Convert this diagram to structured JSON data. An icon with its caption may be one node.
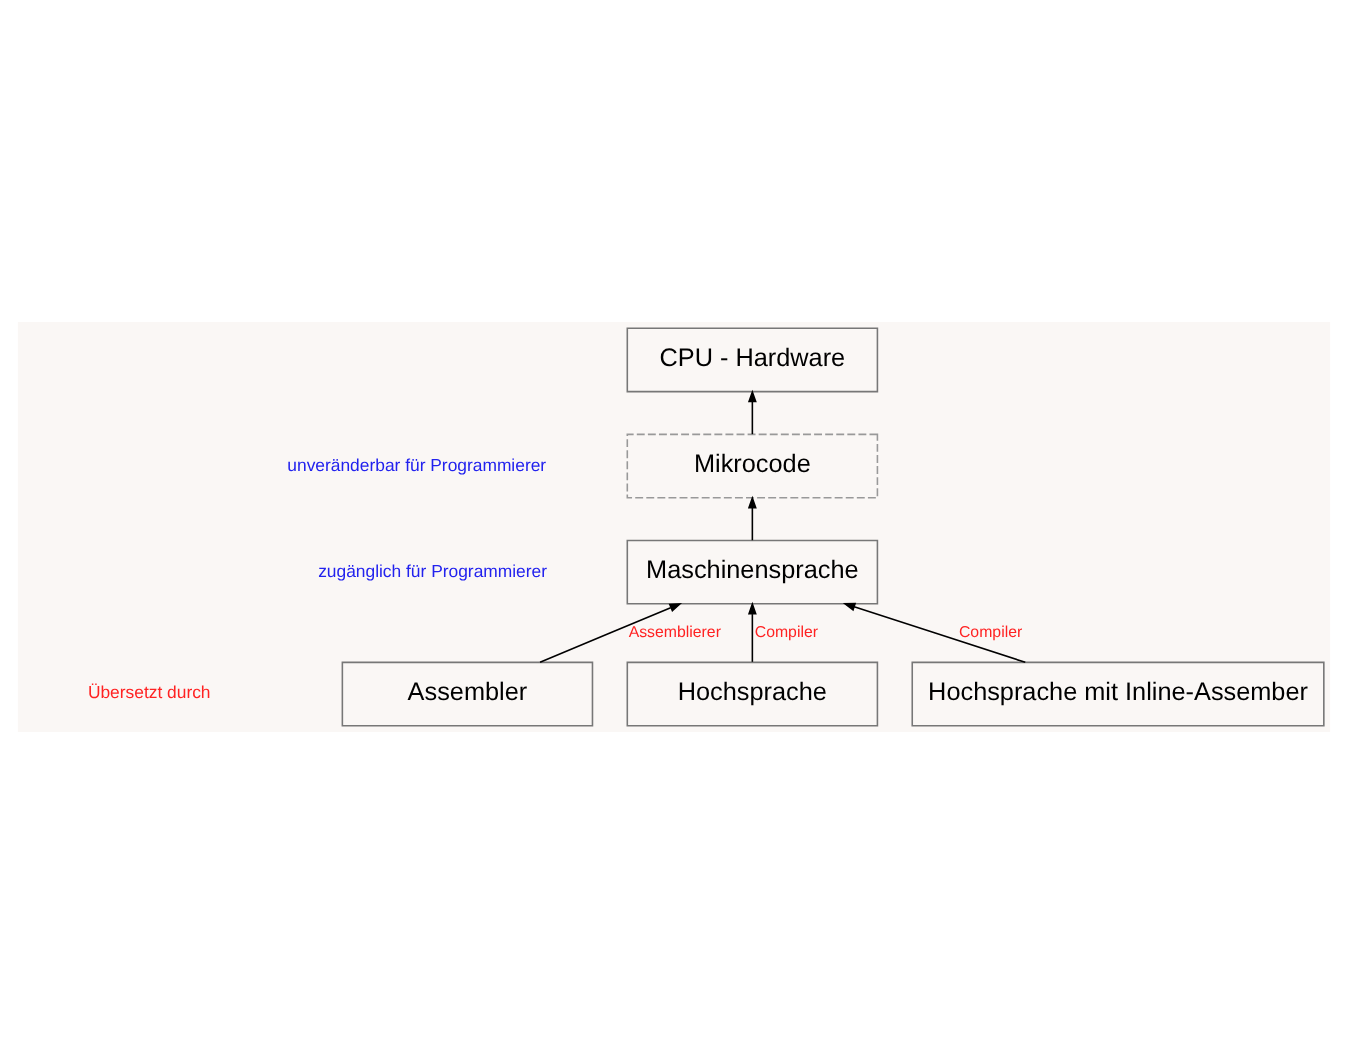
{
  "diagram": {
    "nodes": [
      {
        "text": [
          "CPU - Hardware"
        ]
      },
      {
        "text": [
          "Mikrocode"
        ]
      },
      {
        "text": [
          "Maschinensprache"
        ]
      },
      {
        "text": [
          "Assembler"
        ]
      },
      {
        "text": [
          "Hochsprache"
        ]
      },
      {
        "text": [
          "Hochsprache mit Inline-Assember"
        ]
      }
    ],
    "edges": [
      {
        "from": 1,
        "to": 0,
        "arrow": "to"
      },
      {
        "from": 2,
        "to": 1,
        "arrow": "to"
      },
      {
        "from": 3,
        "to": 2,
        "arrow": "to",
        "label": "Assemblierer"
      },
      {
        "from": 4,
        "to": 2,
        "arrow": "to",
        "label": "Compiler"
      },
      {
        "from": 5,
        "to": 2,
        "arrow": "to",
        "label": "Compiler"
      }
    ],
    "labels": [
      "unveränderbar für Programmierer",
      "zugänglich für Programmierer",
      "Übersetzt durch"
    ]
  }
}
